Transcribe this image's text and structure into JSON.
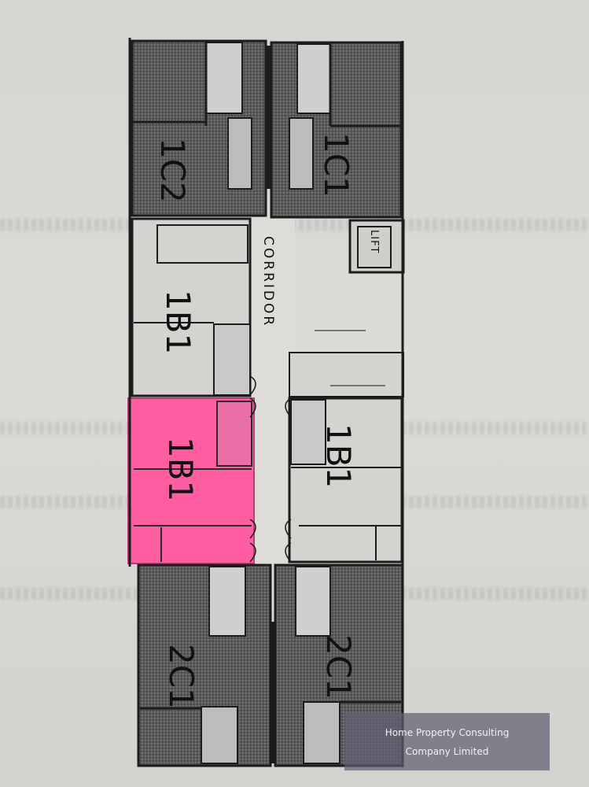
{
  "plan": {
    "corridor_label": "CORRIDOR",
    "lift_label": "LIFT",
    "units": [
      {
        "id": "1C2",
        "label": "1C2",
        "highlighted": false
      },
      {
        "id": "1C1",
        "label": "1C1",
        "highlighted": false
      },
      {
        "id": "1B1-a",
        "label": "1B1",
        "highlighted": false
      },
      {
        "id": "1B1-b",
        "label": "1B1",
        "highlighted": true
      },
      {
        "id": "1B1-c",
        "label": "1B1",
        "highlighted": false
      },
      {
        "id": "2C1-a",
        "label": "2C1",
        "highlighted": false
      },
      {
        "id": "2C1-b",
        "label": "2C1",
        "highlighted": false
      }
    ]
  },
  "colors": {
    "highlight": "#ff5fa2",
    "dark_unit": "#5a5a5a",
    "wall": "#1c1c1c"
  },
  "watermark": {
    "line1": "Home Property Consulting",
    "line2": "Company Limited"
  }
}
